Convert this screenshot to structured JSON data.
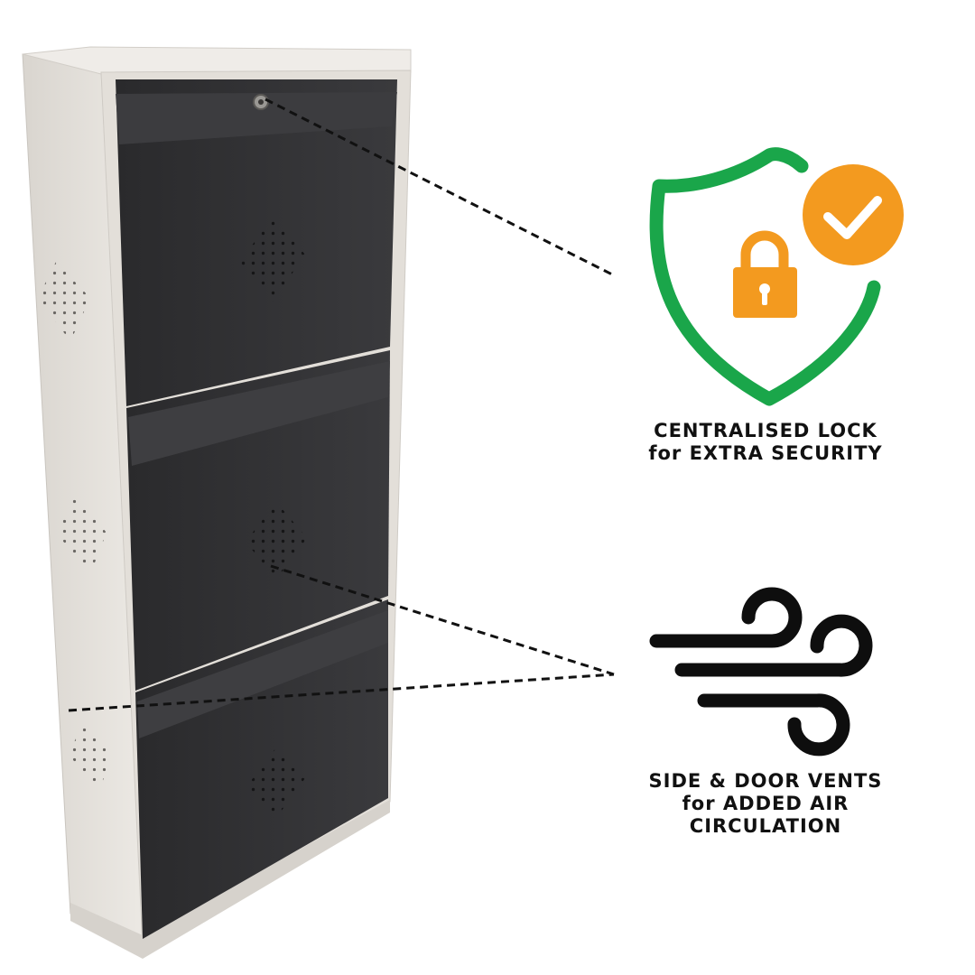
{
  "features": {
    "lock": {
      "line1": "CENTRALISED LOCK",
      "line2": "for EXTRA SECURITY",
      "icon": "shield-lock-check-icon"
    },
    "vents": {
      "line1": "SIDE & DOOR VENTS",
      "line2": "for ADDED AIR",
      "line3": "CIRCULATION",
      "icon": "wind-icon"
    }
  },
  "product": {
    "description": "shoe cabinet with three flip-down doors",
    "icon": "shoe-cabinet-image"
  },
  "colors": {
    "shield": "#1aa64a",
    "badge": "#f39a1f",
    "cabinet_body": "#e3dfd9",
    "cabinet_doors": "#2b2b2d",
    "leader_lines": "#111111",
    "text": "#111111"
  }
}
